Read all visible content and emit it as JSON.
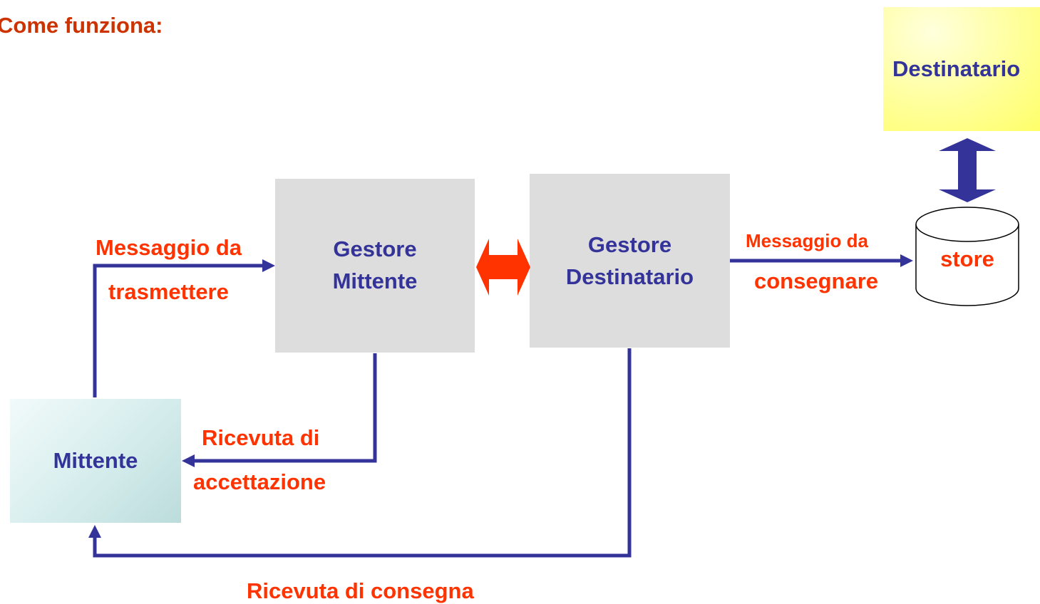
{
  "title": "Come funziona:",
  "nodes": {
    "destinatario": "Destinatario",
    "gestore_mittente": [
      "Gestore",
      "Mittente"
    ],
    "gestore_destinatario": [
      "Gestore",
      "Destinatario"
    ],
    "mittente": "Mittente",
    "store": "store"
  },
  "labels": {
    "messaggio_trasmettere": [
      "Messaggio da",
      "trasmettere"
    ],
    "messaggio_consegnare": [
      "Messaggio da",
      "consegnare"
    ],
    "ricevuta_accettazione": [
      "Ricevuta di",
      "accettazione"
    ],
    "ricevuta_consegna": "Ricevuta di consegna"
  },
  "colors": {
    "title": "#cc3300",
    "label": "#ff3300",
    "node_text": "#333399",
    "connector": "#333399",
    "exchange_arrow": "#ff3300",
    "gestore_fill": "#dddddd",
    "destinatario_fill": "#ffff99",
    "mittente_fill": "#cfe6e6"
  }
}
